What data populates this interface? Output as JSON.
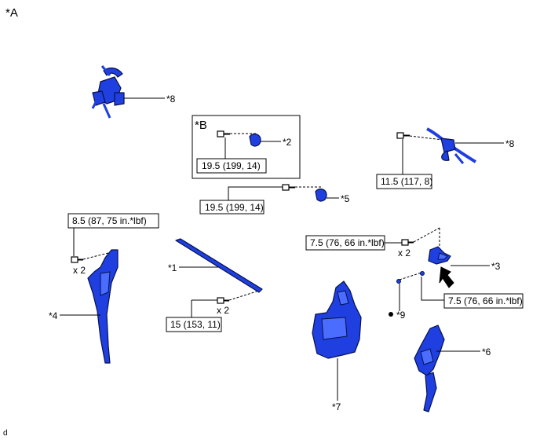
{
  "view_label": "*A",
  "subview_label": "*B",
  "corner_mark": "d",
  "parts": {
    "p1": "*1",
    "p2": "*2",
    "p3": "*3",
    "p4": "*4",
    "p5": "*5",
    "p6": "*6",
    "p7": "*7",
    "p8_top": "*8",
    "p8_right": "*8",
    "p9": "*9"
  },
  "torques": {
    "t_box_b": "19.5 (199, 14)",
    "t_p5": "19.5 (199, 14)",
    "t_p8": "11.5 (117, 8)",
    "t_p4": "8.5 (87, 75 in.*lbf)",
    "t_p1": "15 (153, 11)",
    "t_p3_upper": "7.5 (76, 66 in.*lbf)",
    "t_p3_lower": "7.5 (76, 66 in.*lbf)"
  },
  "quantities": {
    "q_p4": "x 2",
    "q_p1": "x 2",
    "q_p3": "x 2"
  },
  "colors": {
    "part_fill": "#1f3fe0",
    "part_outline": "#06124d",
    "arrow": "#000000"
  },
  "icons": [
    "bolt-icon",
    "direction-arrow-icon",
    "clip-dot-icon"
  ]
}
